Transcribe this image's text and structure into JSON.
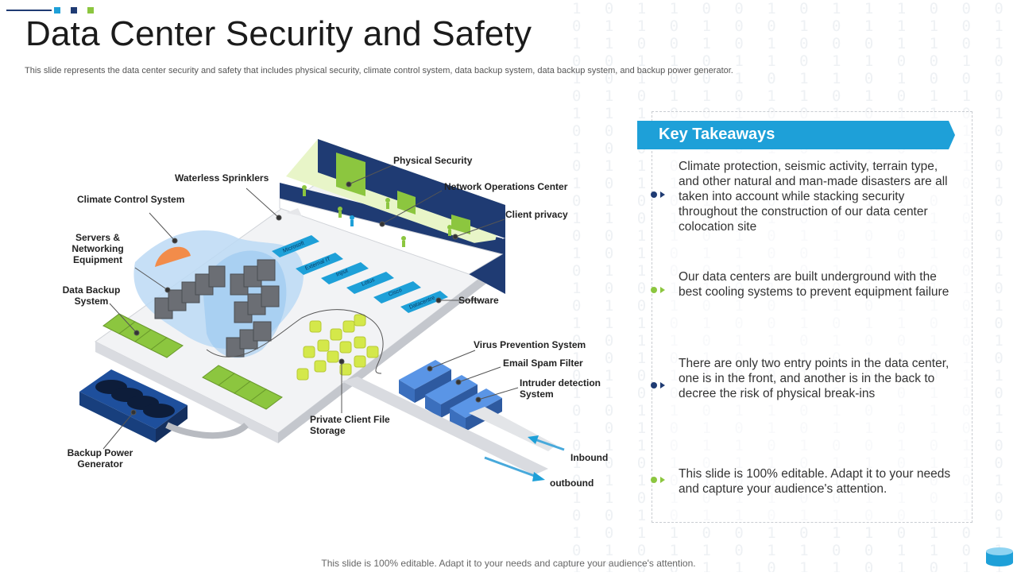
{
  "slide": {
    "title": "Data Center Security and Safety",
    "subtitle": "This slide represents the data center security and safety that includes physical security, climate control system, data backup system, data backup system, and backup power generator.",
    "footer": "This slide is 100% editable. Adapt it to your needs and capture your audience's attention."
  },
  "colors": {
    "accent_blue": "#1ea0d8",
    "navy": "#1f3b73",
    "green": "#8cc63f",
    "dark_navy_bullet": "#1f3b73"
  },
  "diagram": {
    "labels": {
      "waterless_sprinklers": "Waterless Sprinklers",
      "physical_security": "Physical Security",
      "network_operations_center": "Network Operations Center",
      "client_privacy": "Client privacy",
      "climate_control_system": "Climate Control System",
      "servers_networking": [
        "Servers &",
        "Networking",
        "Equipment"
      ],
      "data_backup_system": [
        "Data Backup",
        "System"
      ],
      "software": "Software",
      "virus_prevention_system": "Virus Prevention System",
      "email_spam_filter": "Email Spam Filter",
      "intruder_detection": [
        "Intruder detection",
        "System"
      ],
      "private_client_file_storage": [
        "Private Client File",
        "Storage"
      ],
      "backup_power_generator": [
        "Backup Power",
        "Generator"
      ],
      "inbound": "Inbound",
      "outbound": "outbound"
    },
    "software_tags": [
      "Microsoft",
      "External IT",
      "Input",
      "Lotus",
      "Cisco",
      "Datacentre"
    ]
  },
  "takeaways": {
    "heading": "Key Takeaways",
    "items": [
      {
        "text": "Climate protection, seismic activity, terrain type, and other natural and man-made disasters are all taken into account while stacking security throughout  the construction  of our data center colocation site",
        "bullet": "navy"
      },
      {
        "text": "Our data centers are built underground with the best cooling systems to prevent equipment failure",
        "bullet": "green"
      },
      {
        "text": "There are only two entry points in the data center, one is in the front, and another is in the back to decree the risk of physical break-ins",
        "bullet": "navy"
      },
      {
        "text": "This slide is 100% editable. Adapt it to your needs and capture your audience's attention.",
        "bullet": "green"
      }
    ]
  }
}
